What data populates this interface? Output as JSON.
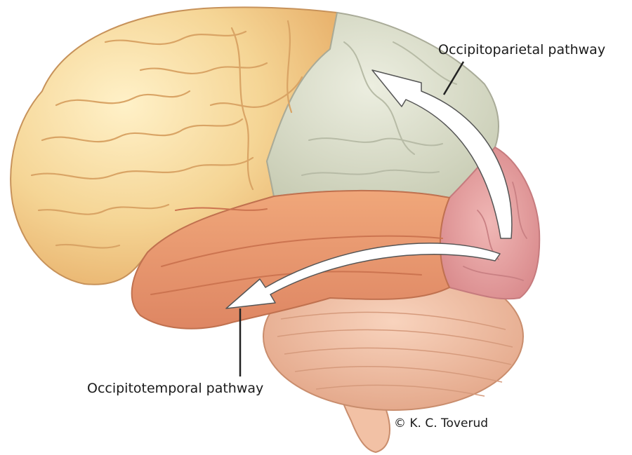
{
  "labels": {
    "occipitoparietal": "Occipitoparietal pathway",
    "occipitotemporal": "Occipitotemporal pathway",
    "credit": "© K. C. Toverud"
  },
  "colors": {
    "frontal_lobe": "#f4d08e",
    "frontal_highlight": "#fbe6b2",
    "parietal_lobe": "#d9dcc9",
    "temporal_lobe": "#eb9d74",
    "occipital_lobe": "#e8a1a1",
    "cerebellum": "#f2c2a6",
    "brainstem": "#f4c5ab",
    "outline": "#c07a55",
    "arrow_fill": "#ffffff",
    "arrow_stroke": "#555555",
    "leader_line": "#222222"
  }
}
